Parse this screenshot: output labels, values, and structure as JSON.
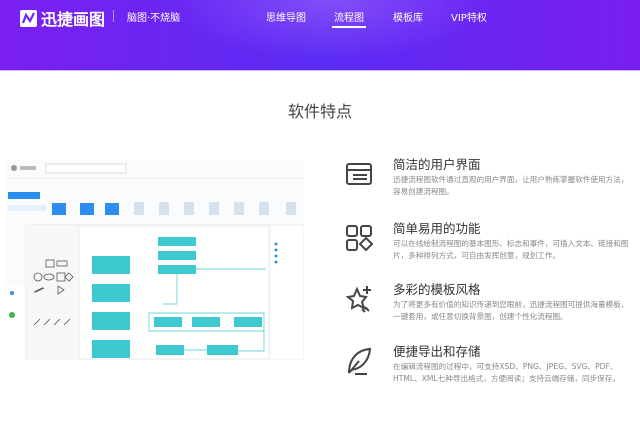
{
  "header": {
    "brand": "迅捷画图",
    "slogan": "脑图·不烧脑",
    "nav": [
      {
        "label": "思维导图",
        "active": false
      },
      {
        "label": "流程图",
        "active": true
      },
      {
        "label": "模板库",
        "active": false
      },
      {
        "label": "VIP特权",
        "active": false
      }
    ],
    "gradient": [
      "#7b1ff2",
      "#5a2cf3"
    ]
  },
  "section": {
    "title": "软件特点"
  },
  "features": [
    {
      "icon": "window-layout-icon",
      "title": "简洁的用户界面",
      "desc": "迅捷流程图软件通过直观的用户界面，让用户熟练掌握软件使用方法，容易创建流程图。"
    },
    {
      "icon": "shapes-grid-icon",
      "title": "简单易用的功能",
      "desc": "可以在线绘制流程图的基本图形、标志和事件，可插入文本、链接和图片，多种排列方式，可自由发挥创意，规划工作。"
    },
    {
      "icon": "sparkle-cursor-icon",
      "title": "多彩的模板风格",
      "desc": "为了将更多有价值的知识传递到您眼前，迅捷流程图可提供海量模板，一键套用，或任意切换背景图，创建个性化流程图。"
    },
    {
      "icon": "feather-pen-icon",
      "title": "便捷导出和存储",
      "desc": "在编辑流程图的过程中，可支持XSD、PNG、JPEG、SVG、PDF、HTML、XML七种导出格式，方便阅读；支持云端存储，同步保存。"
    }
  ],
  "accent": "#3ec9d0"
}
